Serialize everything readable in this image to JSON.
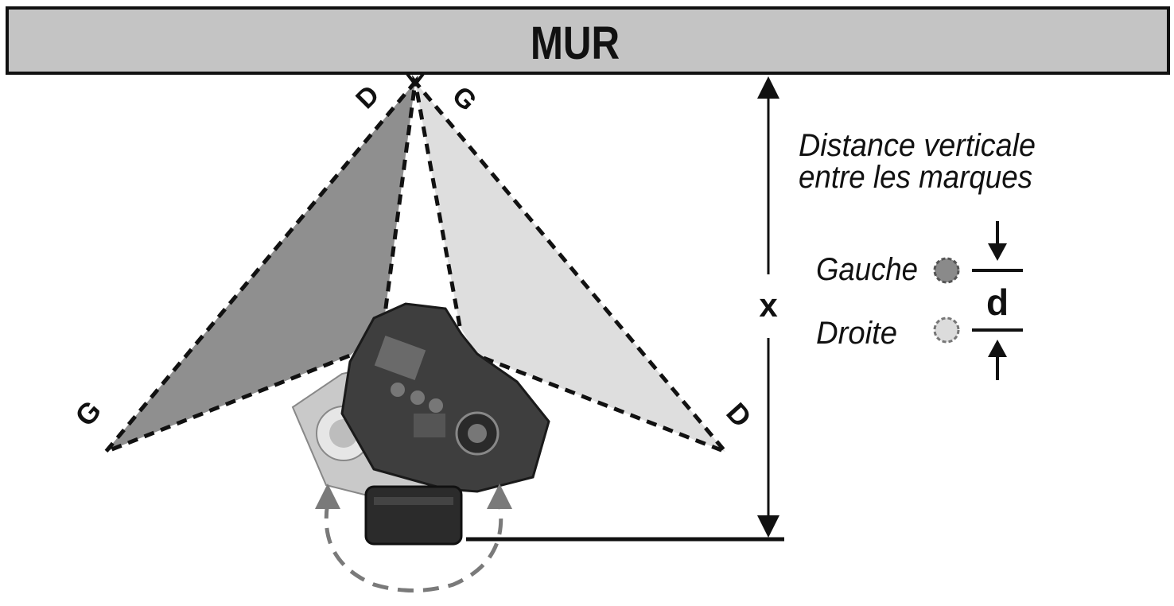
{
  "wall": {
    "label": "MUR"
  },
  "beam_labels": {
    "left_far": "G",
    "center_left": "D",
    "center_right": "G",
    "right_far": "D"
  },
  "distance": {
    "caption_line1": "Distance verticale",
    "caption_line2": "entre les marques",
    "symbol": "x"
  },
  "legend": {
    "left_label": "Gauche",
    "right_label": "Droite",
    "offset_symbol": "d"
  },
  "colors": {
    "wall_fill": "#c4c4c4",
    "left_beam_fill": "#8f8f8f",
    "right_beam_fill": "#dedede",
    "gauche_mark": "#8a8a8a",
    "droite_mark": "#dcdcdc",
    "rotation_arrow": "#7a7a7a"
  },
  "icons": {
    "laser_device": "laser-level-icon",
    "rotation_arrow": "rotation-arrow-icon"
  }
}
